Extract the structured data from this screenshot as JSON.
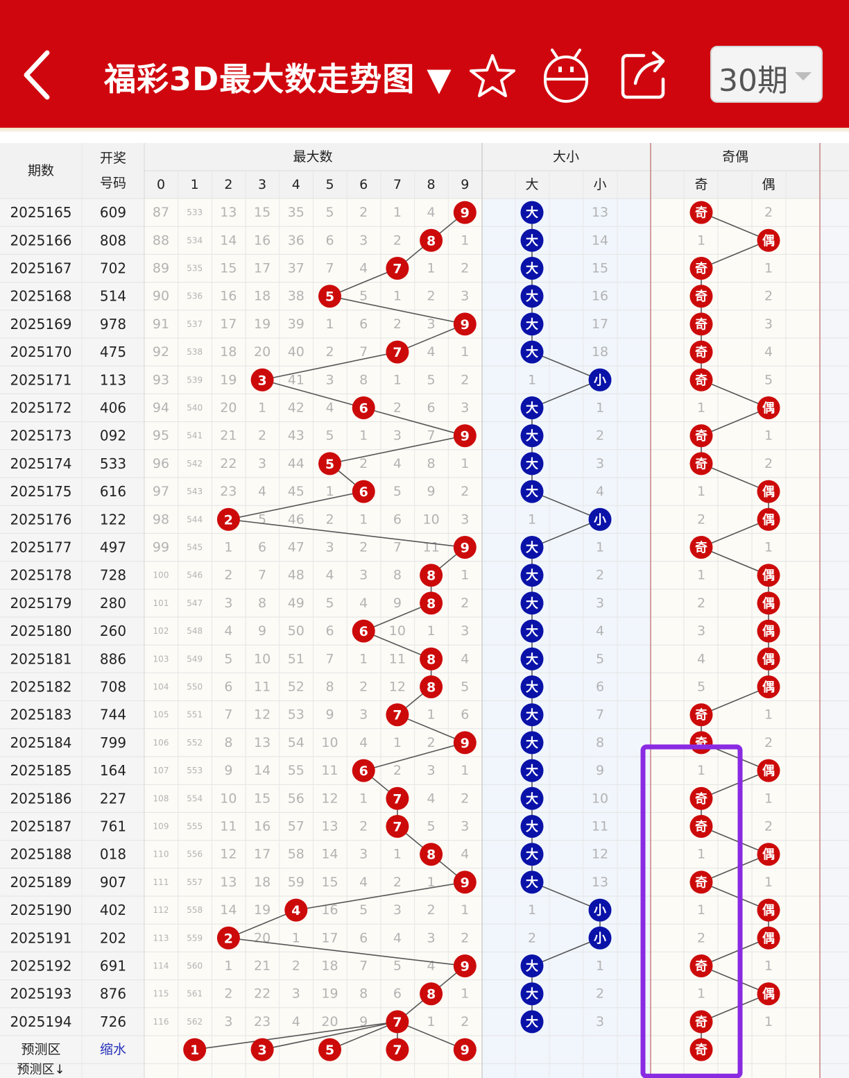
{
  "header": {
    "title": "福彩3D最大数走势图 ▼",
    "period_selector": "30期",
    "icons": [
      "back-arrow-icon",
      "star-icon",
      "robot-icon",
      "share-icon"
    ]
  },
  "table": {
    "col_headers": {
      "issue": "期数",
      "number_line1": "开奖",
      "number_line2": "号码",
      "max_group": "最大数",
      "size_group": "大小",
      "parity_group": "奇偶",
      "digits": [
        "0",
        "1",
        "2",
        "3",
        "4",
        "5",
        "6",
        "7",
        "8",
        "9"
      ],
      "big": "大",
      "small": "小",
      "odd": "奇",
      "even": "偶"
    },
    "rows": [
      {
        "issue": "2025165",
        "num": "609",
        "miss": [
          "87",
          "533",
          "13",
          "15",
          "35",
          "5",
          "2",
          "1",
          "4"
        ],
        "hit": 9,
        "size": "big",
        "other": "13",
        "parity": "odd",
        "pother": "2"
      },
      {
        "issue": "2025166",
        "num": "808",
        "miss": [
          "88",
          "534",
          "14",
          "16",
          "36",
          "6",
          "3",
          "2",
          "1"
        ],
        "hit": 8,
        "size": "big",
        "other": "14",
        "parity": "even",
        "pother": "1"
      },
      {
        "issue": "2025167",
        "num": "702",
        "miss": [
          "89",
          "535",
          "15",
          "17",
          "37",
          "7",
          "4",
          "1",
          "2"
        ],
        "hit": 7,
        "size": "big",
        "other": "15",
        "parity": "odd",
        "pother": "1"
      },
      {
        "issue": "2025168",
        "num": "514",
        "miss": [
          "90",
          "536",
          "16",
          "18",
          "38",
          "5",
          "1",
          "2",
          "3"
        ],
        "hit": 5,
        "size": "big",
        "other": "16",
        "parity": "odd",
        "pother": "2"
      },
      {
        "issue": "2025169",
        "num": "978",
        "miss": [
          "91",
          "537",
          "17",
          "19",
          "39",
          "1",
          "6",
          "2",
          "3"
        ],
        "hit": 9,
        "size": "big",
        "other": "17",
        "parity": "odd",
        "pother": "3"
      },
      {
        "issue": "2025170",
        "num": "475",
        "miss": [
          "92",
          "538",
          "18",
          "20",
          "40",
          "2",
          "7",
          "4",
          "1"
        ],
        "hit": 7,
        "size": "big",
        "other": "18",
        "parity": "odd",
        "pother": "4"
      },
      {
        "issue": "2025171",
        "num": "113",
        "miss": [
          "93",
          "539",
          "19",
          "41",
          "3",
          "8",
          "1",
          "5",
          "2"
        ],
        "hit": 3,
        "size": "small",
        "other": "1",
        "parity": "odd",
        "pother": "5"
      },
      {
        "issue": "2025172",
        "num": "406",
        "miss": [
          "94",
          "540",
          "20",
          "1",
          "42",
          "4",
          "2",
          "6",
          "3"
        ],
        "hit": 6,
        "size": "big",
        "other": "1",
        "parity": "even",
        "pother": "1"
      },
      {
        "issue": "2025173",
        "num": "092",
        "miss": [
          "95",
          "541",
          "21",
          "2",
          "43",
          "5",
          "1",
          "3",
          "7"
        ],
        "hit": 9,
        "size": "big",
        "other": "2",
        "parity": "odd",
        "pother": "1"
      },
      {
        "issue": "2025174",
        "num": "533",
        "miss": [
          "96",
          "542",
          "22",
          "3",
          "44",
          "2",
          "4",
          "8",
          "1"
        ],
        "hit": 5,
        "size": "big",
        "other": "3",
        "parity": "odd",
        "pother": "2"
      },
      {
        "issue": "2025175",
        "num": "616",
        "miss": [
          "97",
          "543",
          "23",
          "4",
          "45",
          "1",
          "5",
          "9",
          "2"
        ],
        "hit": 6,
        "size": "big",
        "other": "4",
        "parity": "even",
        "pother": "1"
      },
      {
        "issue": "2025176",
        "num": "122",
        "miss": [
          "98",
          "544",
          "5",
          "46",
          "2",
          "1",
          "6",
          "10",
          "3"
        ],
        "hit": 2,
        "size": "small",
        "other": "1",
        "parity": "even",
        "pother": "2"
      },
      {
        "issue": "2025177",
        "num": "497",
        "miss": [
          "99",
          "545",
          "1",
          "6",
          "47",
          "3",
          "2",
          "7",
          "11"
        ],
        "hit": 9,
        "size": "big",
        "other": "1",
        "parity": "odd",
        "pother": "1"
      },
      {
        "issue": "2025178",
        "num": "728",
        "miss": [
          "100",
          "546",
          "2",
          "7",
          "48",
          "4",
          "3",
          "8",
          "1"
        ],
        "hit": 8,
        "size": "big",
        "other": "2",
        "parity": "even",
        "pother": "1"
      },
      {
        "issue": "2025179",
        "num": "280",
        "miss": [
          "101",
          "547",
          "3",
          "8",
          "49",
          "5",
          "4",
          "9",
          "2"
        ],
        "hit": 8,
        "size": "big",
        "other": "3",
        "parity": "even",
        "pother": "2"
      },
      {
        "issue": "2025180",
        "num": "260",
        "miss": [
          "102",
          "548",
          "4",
          "9",
          "50",
          "6",
          "10",
          "1",
          "3"
        ],
        "hit": 6,
        "size": "big",
        "other": "4",
        "parity": "even",
        "pother": "3"
      },
      {
        "issue": "2025181",
        "num": "886",
        "miss": [
          "103",
          "549",
          "5",
          "10",
          "51",
          "7",
          "1",
          "11",
          "4"
        ],
        "hit": 8,
        "size": "big",
        "other": "5",
        "parity": "even",
        "pother": "4"
      },
      {
        "issue": "2025182",
        "num": "708",
        "miss": [
          "104",
          "550",
          "6",
          "11",
          "52",
          "8",
          "2",
          "12",
          "5"
        ],
        "hit": 8,
        "size": "big",
        "other": "6",
        "parity": "even",
        "pother": "5"
      },
      {
        "issue": "2025183",
        "num": "744",
        "miss": [
          "105",
          "551",
          "7",
          "12",
          "53",
          "9",
          "3",
          "1",
          "6"
        ],
        "hit": 7,
        "size": "big",
        "other": "7",
        "parity": "odd",
        "pother": "1"
      },
      {
        "issue": "2025184",
        "num": "799",
        "miss": [
          "106",
          "552",
          "8",
          "13",
          "54",
          "10",
          "4",
          "1",
          "2"
        ],
        "hit": 9,
        "size": "big",
        "other": "8",
        "parity": "odd",
        "pother": "2"
      },
      {
        "issue": "2025185",
        "num": "164",
        "miss": [
          "107",
          "553",
          "9",
          "14",
          "55",
          "11",
          "2",
          "3",
          "1"
        ],
        "hit": 6,
        "size": "big",
        "other": "9",
        "parity": "even",
        "pother": "1"
      },
      {
        "issue": "2025186",
        "num": "227",
        "miss": [
          "108",
          "554",
          "10",
          "15",
          "56",
          "12",
          "1",
          "4",
          "2"
        ],
        "hit": 7,
        "size": "big",
        "other": "10",
        "parity": "odd",
        "pother": "1"
      },
      {
        "issue": "2025187",
        "num": "761",
        "miss": [
          "109",
          "555",
          "11",
          "16",
          "57",
          "13",
          "2",
          "5",
          "3"
        ],
        "hit": 7,
        "size": "big",
        "other": "11",
        "parity": "odd",
        "pother": "2"
      },
      {
        "issue": "2025188",
        "num": "018",
        "miss": [
          "110",
          "556",
          "12",
          "17",
          "58",
          "14",
          "3",
          "1",
          "4"
        ],
        "hit": 8,
        "size": "big",
        "other": "12",
        "parity": "even",
        "pother": "1"
      },
      {
        "issue": "2025189",
        "num": "907",
        "miss": [
          "111",
          "557",
          "13",
          "18",
          "59",
          "15",
          "4",
          "2",
          "1"
        ],
        "hit": 9,
        "size": "big",
        "other": "13",
        "parity": "odd",
        "pother": "1"
      },
      {
        "issue": "2025190",
        "num": "402",
        "miss": [
          "112",
          "558",
          "14",
          "19",
          "16",
          "5",
          "3",
          "2",
          "1"
        ],
        "hit": 4,
        "size": "small",
        "other": "1",
        "parity": "even",
        "pother": "1"
      },
      {
        "issue": "2025191",
        "num": "202",
        "miss": [
          "113",
          "559",
          "20",
          "1",
          "17",
          "6",
          "4",
          "3",
          "2"
        ],
        "hit": 2,
        "size": "small",
        "other": "2",
        "parity": "even",
        "pother": "2"
      },
      {
        "issue": "2025192",
        "num": "691",
        "miss": [
          "114",
          "560",
          "1",
          "21",
          "2",
          "18",
          "7",
          "5",
          "4"
        ],
        "hit": 9,
        "size": "big",
        "other": "1",
        "parity": "odd",
        "pother": "1"
      },
      {
        "issue": "2025193",
        "num": "876",
        "miss": [
          "115",
          "561",
          "2",
          "22",
          "3",
          "19",
          "8",
          "6",
          "1"
        ],
        "hit": 8,
        "size": "big",
        "other": "2",
        "parity": "even",
        "pother": "1"
      },
      {
        "issue": "2025194",
        "num": "726",
        "miss": [
          "116",
          "562",
          "3",
          "23",
          "4",
          "20",
          "9",
          "1",
          "2"
        ],
        "hit": 7,
        "size": "big",
        "other": "3",
        "parity": "odd",
        "pother": "1"
      }
    ],
    "prediction_row": {
      "label": "预测区",
      "tag": "缩水",
      "balls": [
        "1",
        "3",
        "5",
        "7",
        "9"
      ],
      "parity": "奇"
    },
    "next_row_label": "预测区↓"
  },
  "colors": {
    "header_red": "#d0060e",
    "ball_red": "#cc0a0a",
    "ball_blue": "#0a12a8",
    "highlight_box": "#8a2be2",
    "tag_blue": "#2430b8"
  }
}
